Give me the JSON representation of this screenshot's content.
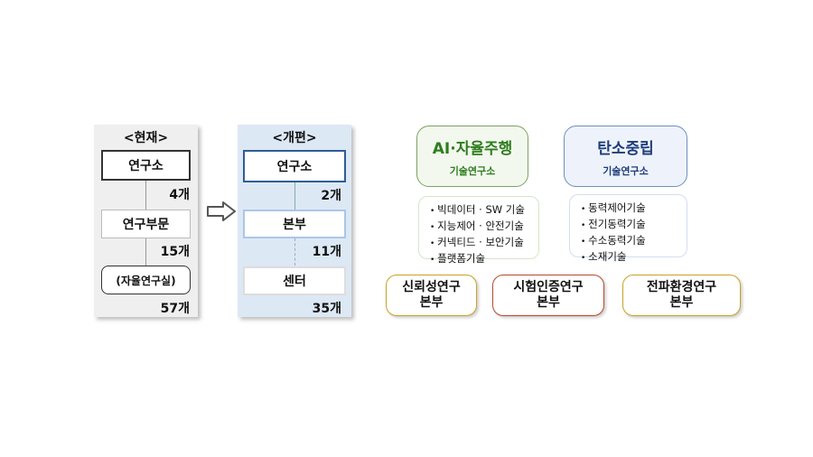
{
  "current": {
    "title": "<현재>",
    "box1": "연구소",
    "count1": "4개",
    "box2": "연구부문",
    "count2": "15개",
    "box3": "(자율연구실)",
    "count3": "57개"
  },
  "reform": {
    "title": "<개편>",
    "box1": "연구소",
    "count1": "2개",
    "box2": "본부",
    "count2": "11개",
    "box3": "센터",
    "count3": "35개"
  },
  "institutes": [
    {
      "name": "AI·자율주행",
      "sub": "기술연구소",
      "features": [
        "빅데이터 · SW 기술",
        "지능제어 · 안전기술",
        "커넥티드 · 보안기술",
        "플랫폼기술"
      ]
    },
    {
      "name": "탄소중립",
      "sub": "기술연구소",
      "features": [
        "동력제어기술",
        "전기동력기술",
        "수소동력기술",
        "소재기술"
      ]
    }
  ],
  "headquarters": [
    {
      "line1": "신뢰성연구",
      "line2": "본부"
    },
    {
      "line1": "시험인증연구",
      "line2": "본부"
    },
    {
      "line1": "전파환경연구",
      "line2": "본부"
    }
  ],
  "colors": {
    "ai_green": "#2e7d1e",
    "carbon_blue": "#1f3d7a",
    "reform_border": "#2f5d94",
    "hq_gold": "#c9a227",
    "hq_red": "#b84a2e"
  },
  "icons": {
    "transition_arrow": "right-arrow-icon"
  }
}
